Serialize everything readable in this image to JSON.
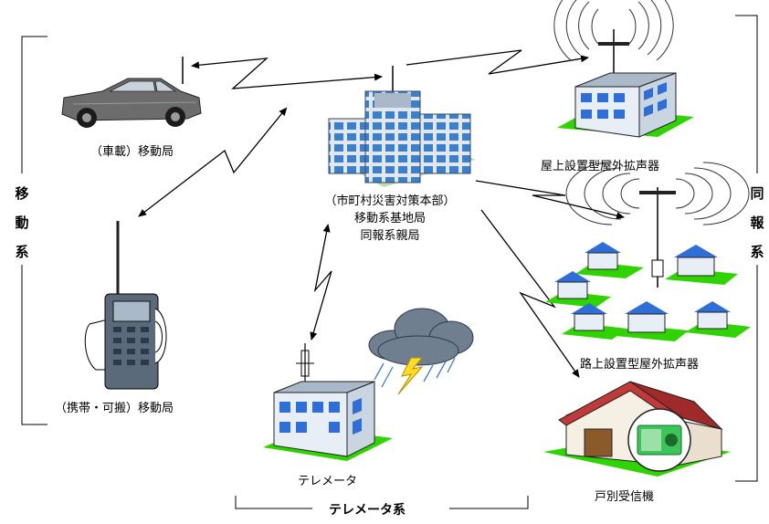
{
  "labels": {
    "vehicle_station": "（車載）移動局",
    "portable_station": "（携帯・可搬）移動局",
    "hq_line1": "（市町村災害対策本部）",
    "hq_line2": "移動系基地局",
    "hq_line3": "同報系親局",
    "rooftop_speaker": "屋上設置型屋外拡声器",
    "roadside_speaker": "路上設置型屋外拡声器",
    "telemeter": "テレメータ",
    "home_receiver": "戸別受信機"
  },
  "groups": {
    "mobile_system": [
      "移",
      "動",
      "系"
    ],
    "broadcast_system": [
      "同",
      "報",
      "系"
    ],
    "telemeter_system": "テレメータ系"
  },
  "colors": {
    "lawn": "#2fd400",
    "roof_blue": "#2f6ed6",
    "building_gray": "#a9b9c9",
    "cloud": "#6f7f8f",
    "car": "#6c6c6c",
    "house_roof": "#c03a3a"
  }
}
